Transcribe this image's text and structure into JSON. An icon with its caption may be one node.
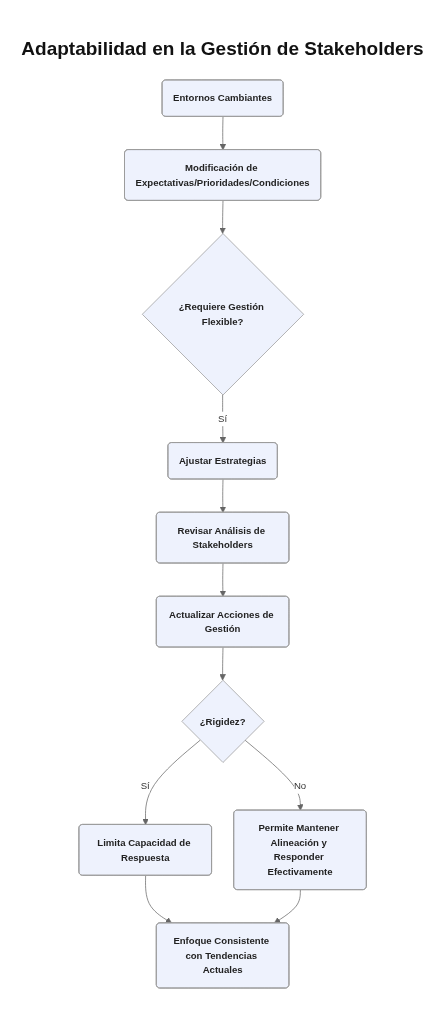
{
  "diagram": {
    "title": "Adaptabilidad en la Gestión de Stakeholders",
    "nodes": [
      {
        "text": [
          "Entornos Cambiantes"
        ]
      },
      {
        "text": [
          "Modificación de Expectativas/Prioridades/Condiciones"
        ]
      },
      {
        "text": [
          "¿Requiere Gestión Flexible?"
        ]
      },
      {
        "text": [
          "Ajustar Estrategias"
        ]
      },
      {
        "text": [
          "Revisar Análisis de Stakeholders"
        ]
      },
      {
        "text": [
          "Actualizar Acciones de Gestión"
        ]
      },
      {
        "text": [
          "¿Rigidez?"
        ]
      },
      {
        "text": [
          "Limita Capacidad de Respuesta"
        ]
      },
      {
        "text": [
          "Permite Mantener Alineación y Responder Efectivamente"
        ]
      },
      {
        "text": [
          "Enfoque Consistente con Tendencias Actuales"
        ]
      }
    ],
    "edges": [
      {
        "from": 0,
        "to": 1,
        "arrow": "to"
      },
      {
        "from": 1,
        "to": 2,
        "arrow": "to"
      },
      {
        "from": 2,
        "to": 3,
        "arrow": "to",
        "label": "Sí"
      },
      {
        "from": 3,
        "to": 4,
        "arrow": "to"
      },
      {
        "from": 4,
        "to": 5,
        "arrow": "to"
      },
      {
        "from": 5,
        "to": 6,
        "arrow": "to"
      },
      {
        "from": 6,
        "to": 7,
        "arrow": "to",
        "label": "Sí"
      },
      {
        "from": 6,
        "to": 8,
        "arrow": "to",
        "label": "No"
      },
      {
        "from": 7,
        "to": 9,
        "arrow": "to"
      },
      {
        "from": 8,
        "to": 9,
        "arrow": "to"
      }
    ]
  }
}
